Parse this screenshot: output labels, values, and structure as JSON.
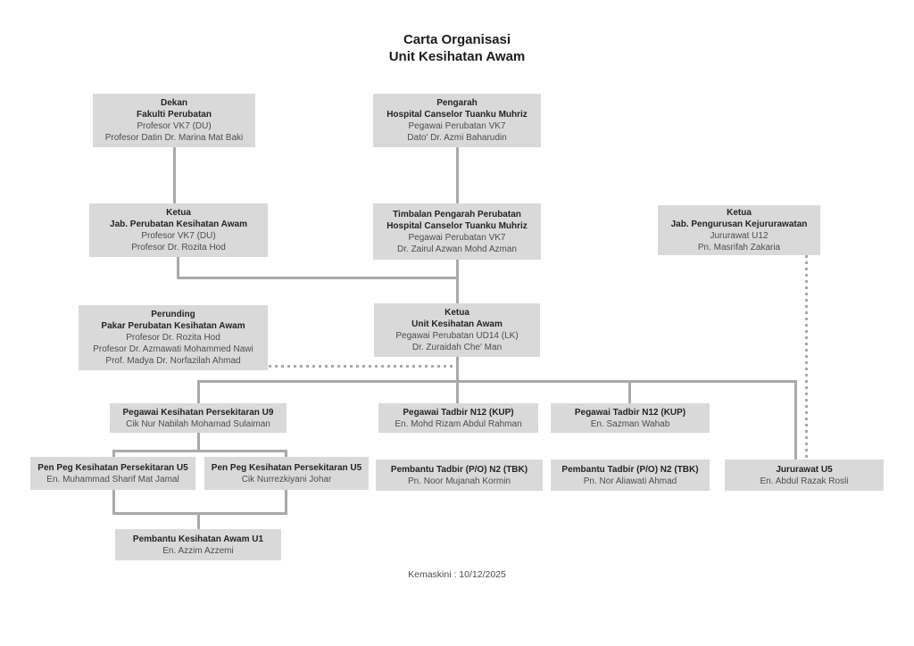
{
  "title": {
    "line1": "Carta Organisasi",
    "line2": "Unit Kesihatan Awam"
  },
  "footer": {
    "updated": "Kemaskini : 10/12/2025"
  },
  "colors": {
    "box_fill": "#d9d9d9",
    "connector": "#a9a9a9",
    "heading_text": "#1c1c1c",
    "body_text": "#4d4d4d"
  },
  "nodes": {
    "dekan": {
      "bold": [
        "Dekan",
        "Fakulti Perubatan"
      ],
      "sub": [
        "Profesor VK7 (DU)",
        "Profesor Datin Dr. Marina Mat Baki"
      ]
    },
    "pengarah": {
      "bold": [
        "Pengarah",
        "Hospital Canselor Tuanku Muhriz"
      ],
      "sub": [
        "Pegawai Perubatan VK7",
        "Dato' Dr. Azmi Baharudin"
      ]
    },
    "ketua_jpka": {
      "bold": [
        "Ketua",
        "Jab. Perubatan Kesihatan Awam"
      ],
      "sub": [
        "Profesor VK7 (DU)",
        "Profesor Dr. Rozita Hod"
      ]
    },
    "timbalan": {
      "bold": [
        "Timbalan Pengarah Perubatan",
        "Hospital Canselor Tuanku Muhriz"
      ],
      "sub": [
        "Pegawai Perubatan VK7",
        "Dr. Zairul Azwan Mohd Azman"
      ]
    },
    "ketua_jpkj": {
      "bold": [
        "Ketua",
        "Jab. Pengurusan Kejururawatan"
      ],
      "sub": [
        "Jururawat U12",
        "Pn. Masrifah Zakaria"
      ]
    },
    "perunding": {
      "bold": [
        "Perunding",
        "Pakar Perubatan Kesihatan Awam"
      ],
      "sub": [
        "Profesor Dr. Rozita Hod",
        "Profesor Dr. Azmawati Mohammed Nawi",
        "Prof. Madya Dr. Norfazilah Ahmad"
      ]
    },
    "ketua_uka": {
      "bold": [
        "Ketua",
        "Unit Kesihatan Awam"
      ],
      "sub": [
        "Pegawai Perubatan UD14 (LK)",
        "Dr. Zuraidah Che' Man"
      ]
    },
    "pkp_u9": {
      "bold": [
        "Pegawai Kesihatan Persekitaran U9"
      ],
      "sub": [
        "Cik Nur Nabilah Mohamad Sulaiman"
      ]
    },
    "pt_n12_a": {
      "bold": [
        "Pegawai Tadbir N12 (KUP)"
      ],
      "sub": [
        "En. Mohd Rizam Abdul Rahman"
      ]
    },
    "pt_n12_b": {
      "bold": [
        "Pegawai Tadbir N12 (KUP)"
      ],
      "sub": [
        "En. Sazman Wahab"
      ]
    },
    "ppkp_u5_a": {
      "bold": [
        "Pen Peg Kesihatan Persekitaran U5"
      ],
      "sub": [
        "En. Muhammad Sharif Mat Jamal"
      ]
    },
    "ppkp_u5_b": {
      "bold": [
        "Pen Peg Kesihatan Persekitaran U5"
      ],
      "sub": [
        "Cik Nurrezkiyani Johar"
      ]
    },
    "pt_n2_a": {
      "bold": [
        "Pembantu Tadbir (P/O) N2 (TBK)"
      ],
      "sub": [
        "Pn. Noor Mujanah Kormin"
      ]
    },
    "pt_n2_b": {
      "bold": [
        "Pembantu Tadbir (P/O) N2 (TBK)"
      ],
      "sub": [
        "Pn. Nor Aliawati Ahmad"
      ]
    },
    "jururawat_u5": {
      "bold": [
        "Jururawat U5"
      ],
      "sub": [
        "En. Abdul Razak Rosli"
      ]
    },
    "pka_u1": {
      "bold": [
        "Pembantu Kesihatan Awam U1"
      ],
      "sub": [
        "En. Azzim Azzemi"
      ]
    }
  }
}
